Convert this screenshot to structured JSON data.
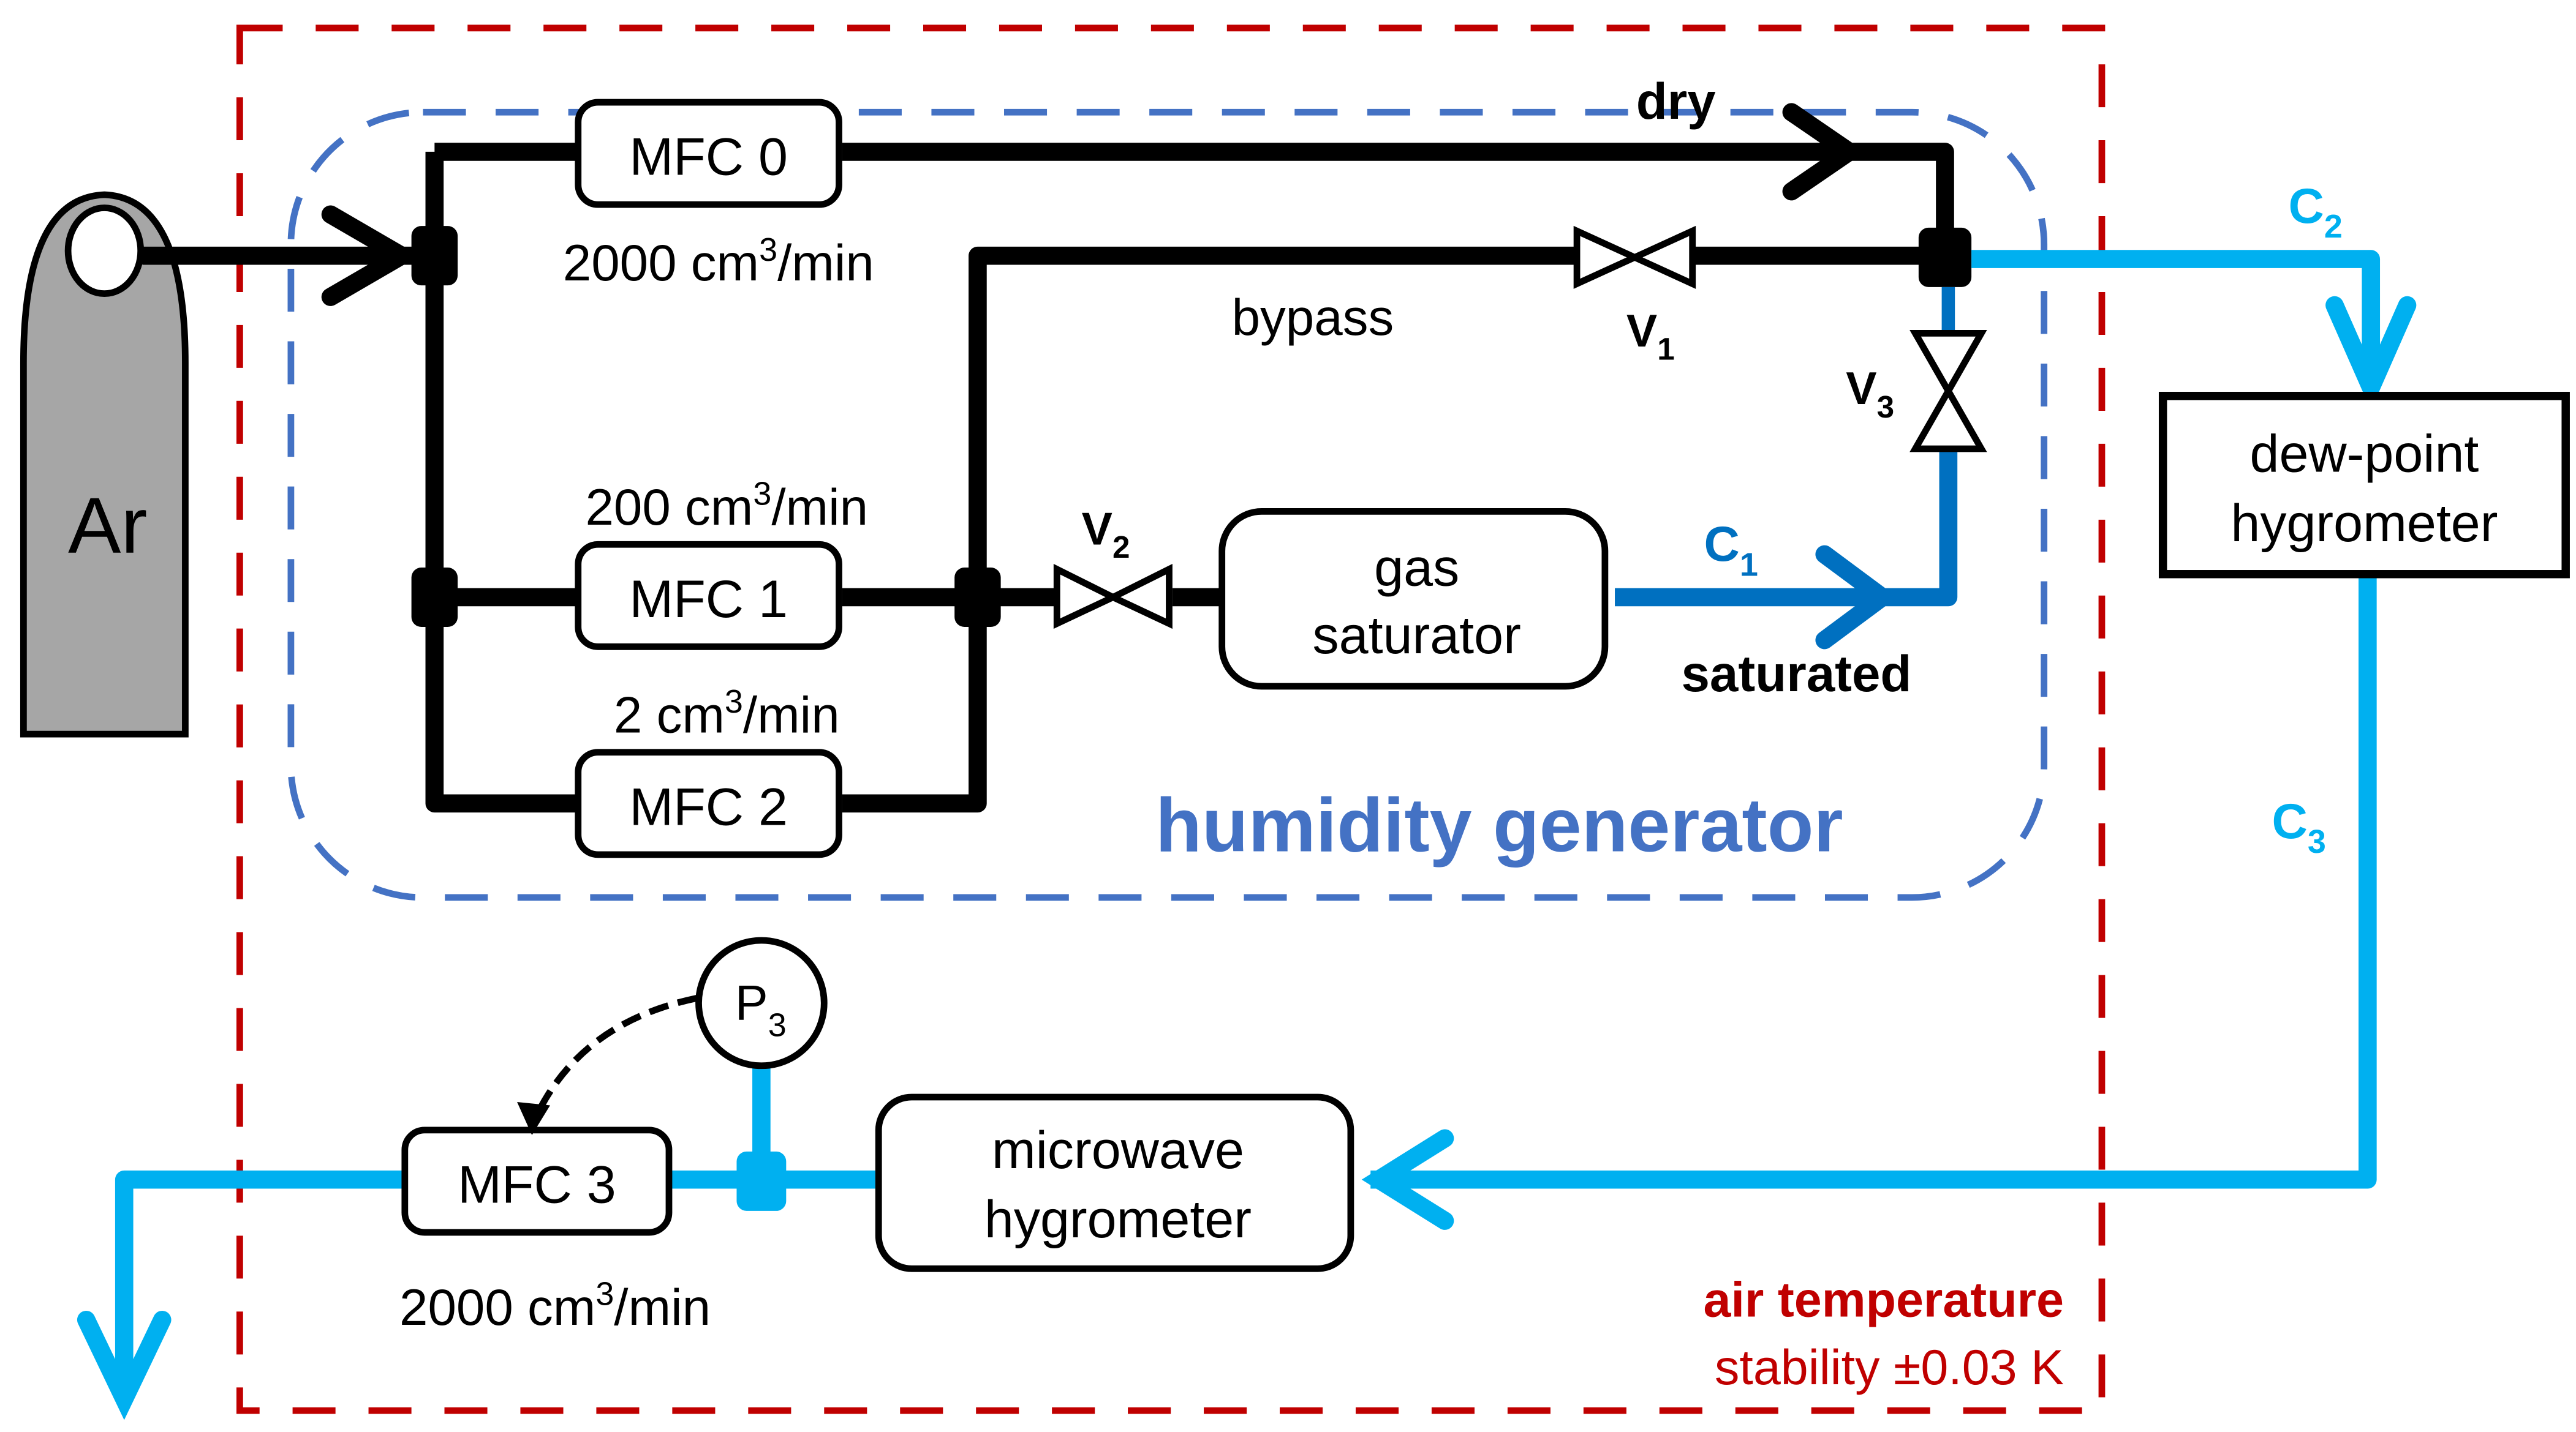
{
  "colors": {
    "pipe": "#000000",
    "wet_pipe": "#0070c0",
    "measure_pipe": "#00b0f0",
    "generator_border": "#4472c4",
    "enclosure_border": "#c00000",
    "cylinder_fill": "#a6a6a6"
  },
  "source": {
    "label": "Ar"
  },
  "mfc": [
    {
      "label": "MFC 0",
      "flow": "2000 cm",
      "flow_sup": "3",
      "flow_unit": "/min"
    },
    {
      "label": "MFC 1",
      "flow": "200 cm",
      "flow_sup": "3",
      "flow_unit": "/min"
    },
    {
      "label": "MFC 2",
      "flow": "2 cm",
      "flow_sup": "3",
      "flow_unit": "/min"
    },
    {
      "label": "MFC 3",
      "flow": "2000 cm",
      "flow_sup": "3",
      "flow_unit": "/min"
    }
  ],
  "valves": [
    {
      "base": "V",
      "sub": "1"
    },
    {
      "base": "V",
      "sub": "2"
    },
    {
      "base": "V",
      "sub": "3"
    }
  ],
  "labels": {
    "dry": "dry",
    "bypass": "bypass",
    "saturated": "saturated",
    "humidity_generator": "humidity generator",
    "air_temperature": "air temperature",
    "stability": "stability ±0.03 K"
  },
  "concentrations": [
    {
      "base": "C",
      "sub": "1"
    },
    {
      "base": "C",
      "sub": "2"
    },
    {
      "base": "C",
      "sub": "3"
    }
  ],
  "pressure": {
    "base": "P",
    "sub": "3"
  },
  "devices": {
    "gas_saturator": [
      "gas",
      "saturator"
    ],
    "dew_point": [
      "dew-point",
      "hygrometer"
    ],
    "microwave": [
      "microwave",
      "hygrometer"
    ]
  }
}
